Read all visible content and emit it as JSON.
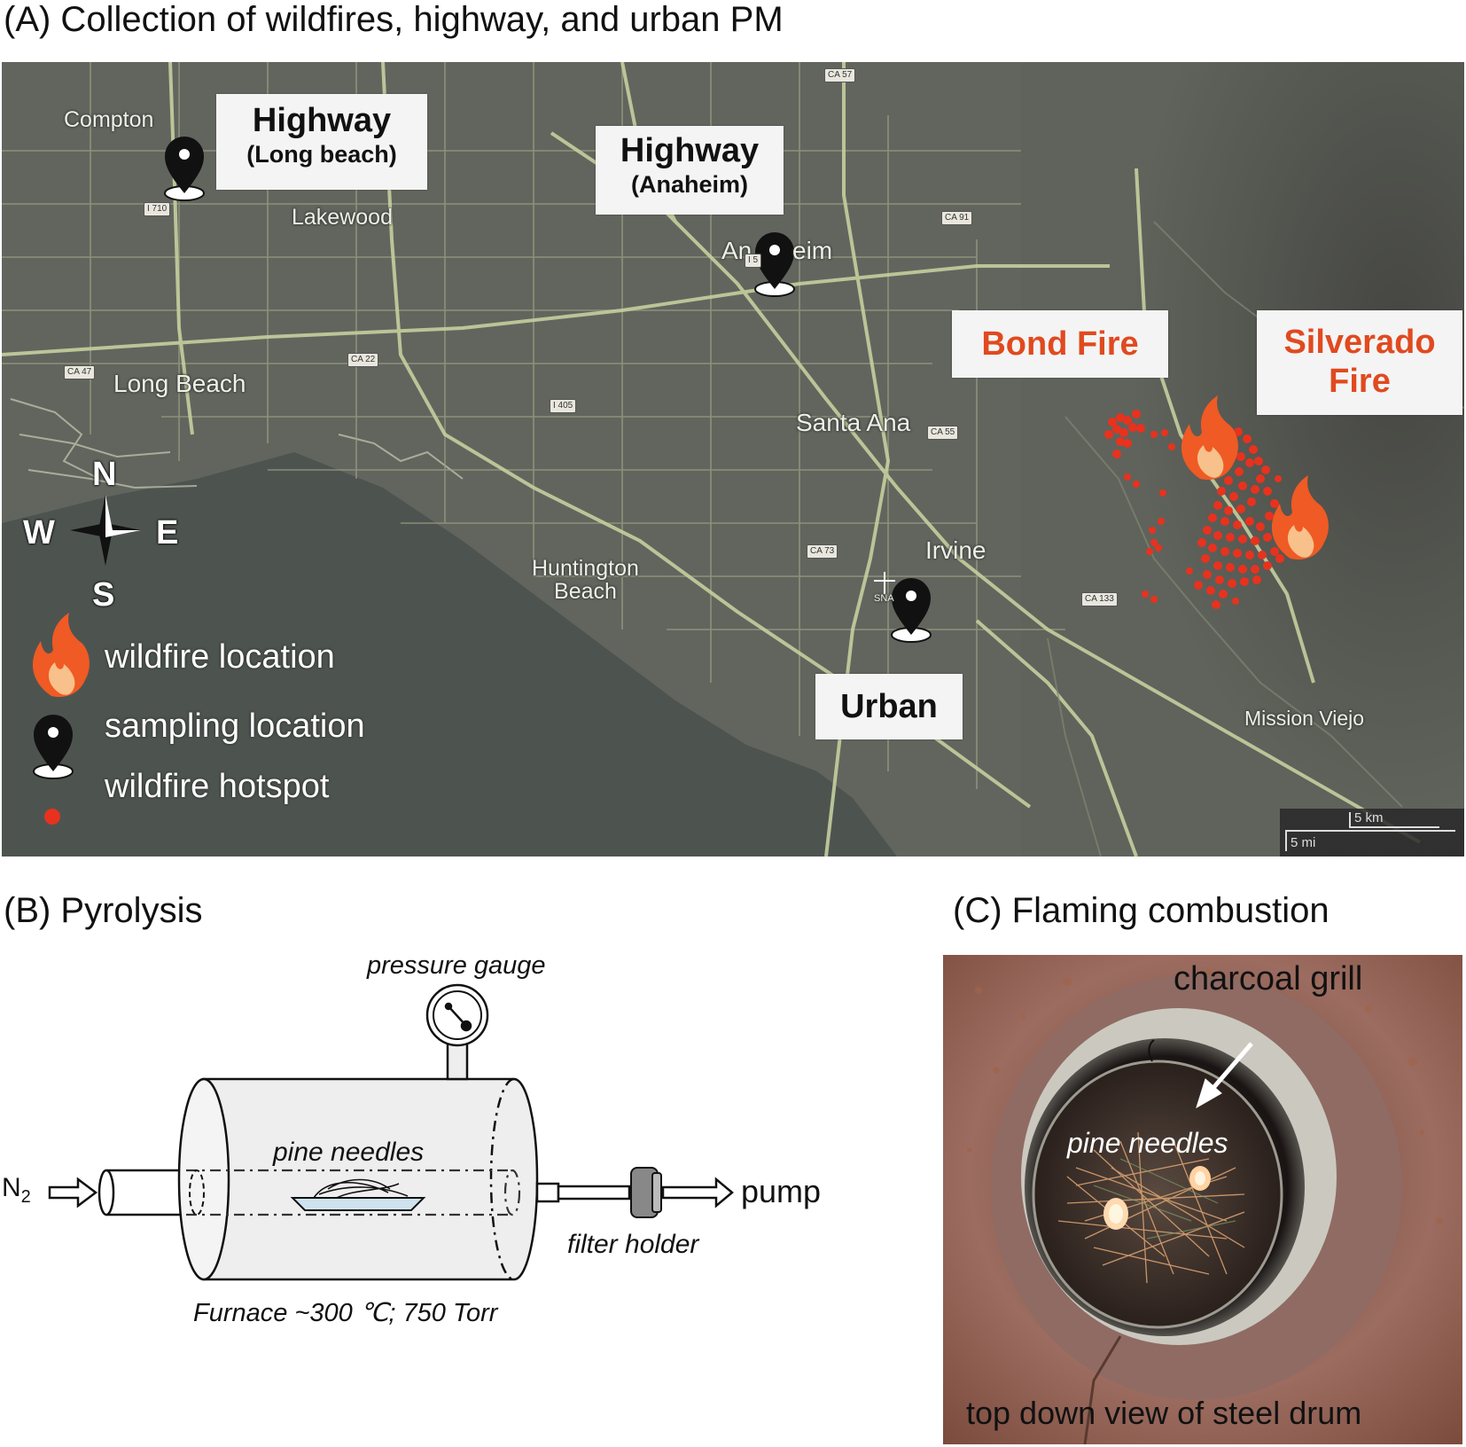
{
  "panels": {
    "a_title": "(A) Collection of wildfires, highway, and urban PM",
    "b_title": "(B) Pyrolysis",
    "c_title": "(C) Flaming combustion"
  },
  "map": {
    "places": {
      "compton": "Compton",
      "lakewood": "Lakewood",
      "long_beach": "Long Beach",
      "anaheim_left": "An",
      "anaheim_right": "eim",
      "santa_ana": "Santa Ana",
      "huntington_beach": "Huntington\nBeach",
      "irvine": "Irvine",
      "mission_viejo": "Mission Viejo",
      "sna": "SNA"
    },
    "shields": {
      "ca57": "CA 57",
      "i710": "I 710",
      "ca91": "CA 91",
      "i5": "I 5",
      "ca47": "CA 47",
      "ca22": "CA 22",
      "i405": "I 405",
      "ca55": "CA 55",
      "ca73": "CA 73",
      "ca133": "CA 133"
    },
    "callouts": {
      "highway_long_beach_main": "Highway",
      "highway_long_beach_sub": "(Long beach)",
      "highway_anaheim_main": "Highway",
      "highway_anaheim_sub": "(Anaheim)",
      "urban": "Urban",
      "bond_fire": "Bond Fire",
      "silverado_line1": "Silverado",
      "silverado_line2": "Fire"
    },
    "compass": {
      "n": "N",
      "s": "S",
      "e": "E",
      "w": "W"
    },
    "legend": {
      "wildfire_location": "wildfire location",
      "sampling_location": "sampling location",
      "wildfire_hotspot": "wildfire hotspot"
    },
    "scale": {
      "km": "5 km",
      "mi": "5 mi"
    },
    "colors": {
      "fire_text": "#e04a1f",
      "hotspot": "#e8321e",
      "road": "#b9c49a",
      "water": "#4d5450"
    }
  },
  "diagram": {
    "n2_base": "N",
    "n2_sub": "2",
    "pressure_gauge": "pressure gauge",
    "pine_needles": "pine needles",
    "pump": "pump",
    "filter_holder": "filter holder",
    "furnace": "Furnace ~300 ℃; 750 Torr"
  },
  "photo": {
    "charcoal_grill": "charcoal grill",
    "pine_needles": "pine needles",
    "caption": "top down view of steel drum"
  }
}
